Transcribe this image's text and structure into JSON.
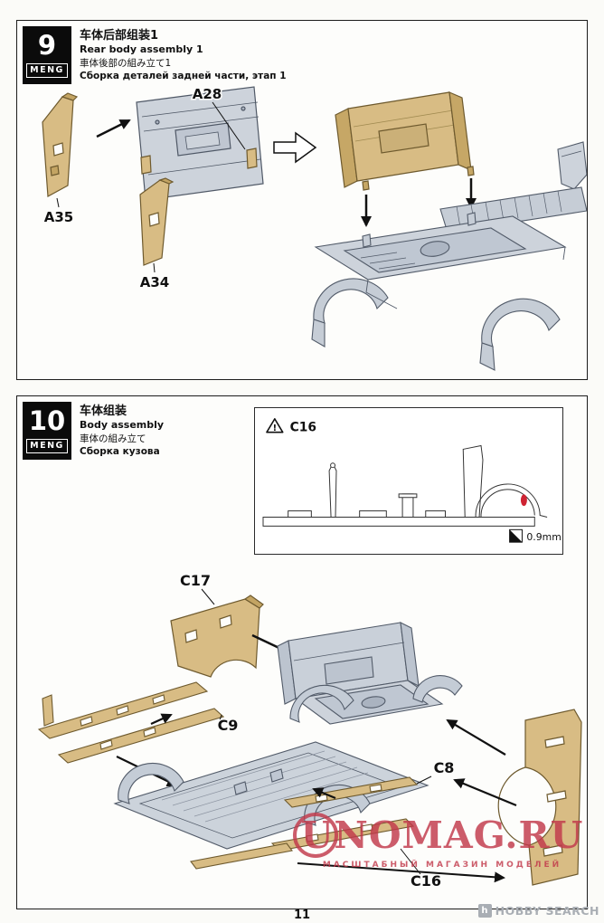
{
  "page": {
    "number": "11",
    "footer_brand": "HOBBY SEARCH",
    "watermark": {
      "title": "UNOMAG.RU",
      "subtitle": "МАСШТАБНЫЙ МАГАЗИН МОДЕЛЕЙ"
    }
  },
  "colors": {
    "part_tan": "#d8bc84",
    "part_gray": "#cdd3db",
    "watermark_red": "#c2394b"
  },
  "steps": [
    {
      "number": "9",
      "brand": "MENG",
      "titles": {
        "zh": "车体后部组装1",
        "en": "Rear body assembly 1",
        "ja": "車体後部の組み立て1",
        "ru": "Сборка деталей задней части, этап 1"
      },
      "labels": {
        "a28": "A28",
        "a35": "A35",
        "a34": "A34"
      }
    },
    {
      "number": "10",
      "brand": "MENG",
      "titles": {
        "zh": "车体组装",
        "en": "Body assembly",
        "ja": "車体の組み立て",
        "ru": "Сборка кузова"
      },
      "labels": {
        "c17": "C17",
        "c9": "C9",
        "c8": "C8",
        "c16": "C16"
      },
      "inset": {
        "part": "C16",
        "warning_mark": "!",
        "thickness": "0.9mm"
      }
    }
  ]
}
